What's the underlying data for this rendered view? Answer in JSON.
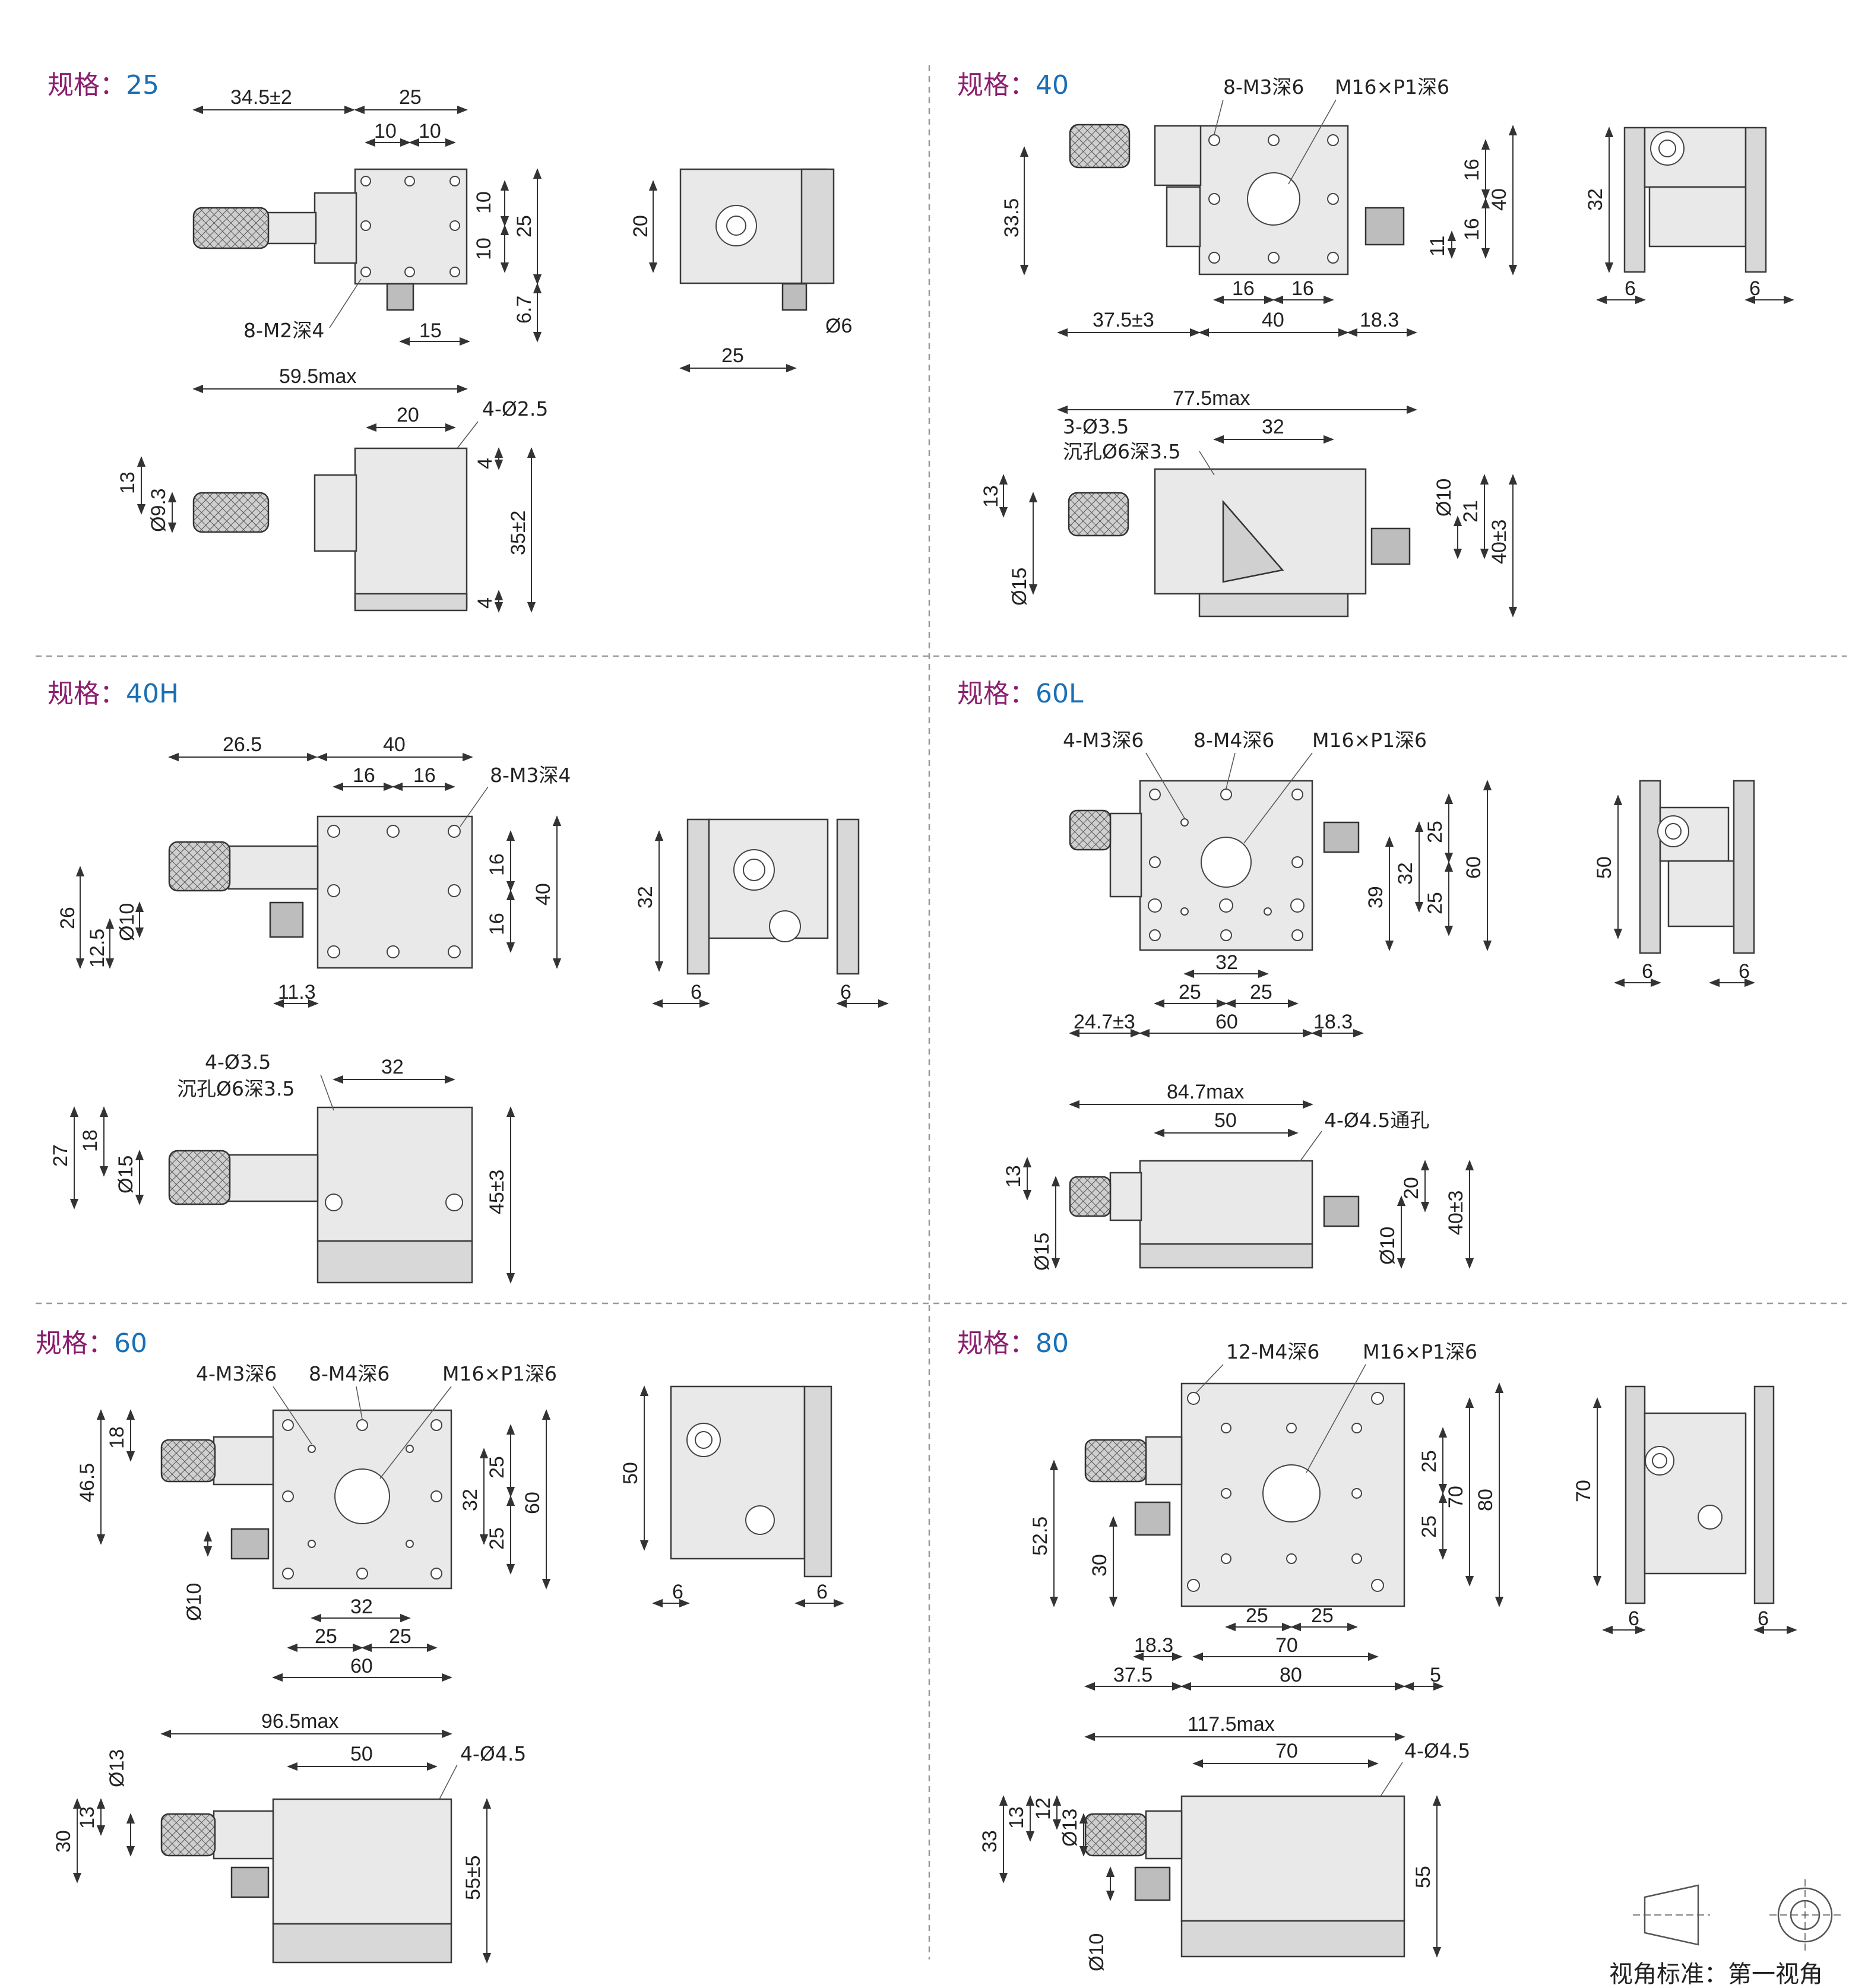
{
  "colors": {
    "title_prefix": "#8b1e6e",
    "title_value": "#1b6fb5",
    "line": "#333333",
    "part_fill": "#e9e9e9"
  },
  "title_prefix": "规格：",
  "panels": {
    "p25": {
      "spec": "25",
      "labels": {
        "d1": "34.5±2",
        "d2": "25",
        "d3": "10",
        "d4": "10",
        "d5": "10",
        "d6": "10",
        "d7": "25",
        "d8": "6.7",
        "d9": "15",
        "note1": "8-M2深4",
        "d10": "20",
        "d11": "25",
        "d12": "Ø6",
        "d13": "59.5max",
        "d14": "20",
        "note2": "4-Ø2.5",
        "d15": "13",
        "d16": "Ø9.3",
        "d17": "4",
        "d18": "35±2",
        "d19": "4"
      }
    },
    "p40": {
      "spec": "40",
      "labels": {
        "note1": "8-M3深6",
        "note2": "M16×P1深6",
        "d1": "33.5",
        "d2": "16",
        "d3": "40",
        "d4": "16",
        "d5": "11",
        "d6": "16",
        "d7": "16",
        "d8": "37.5±3",
        "d9": "40",
        "d10": "18.3",
        "d11": "32",
        "d12": "6",
        "d13": "6",
        "d14": "77.5max",
        "note3": "3-Ø3.5",
        "d15": "32",
        "note4": "沉孔Ø6深3.5",
        "d16": "13",
        "d17": "Ø15",
        "d18": "Ø10",
        "d19": "21",
        "d20": "40±3"
      }
    },
    "p40H": {
      "spec": "40H",
      "labels": {
        "d1": "26.5",
        "d2": "40",
        "d3": "16",
        "d4": "16",
        "note1": "8-M3深4",
        "d5": "26",
        "d6": "12.5",
        "d7": "Ø10",
        "d8": "16",
        "d9": "16",
        "d10": "40",
        "d11": "11.3",
        "d12": "32",
        "d13": "6",
        "d14": "6",
        "note2": "4-Ø3.5",
        "d15": "32",
        "note3": "沉孔Ø6深3.5",
        "d16": "27",
        "d17": "18",
        "d18": "Ø15",
        "d19": "45±3"
      }
    },
    "p60L": {
      "spec": "60L",
      "labels": {
        "note1": "4-M3深6",
        "note2": "8-M4深6",
        "note3": "M16×P1深6",
        "d1": "25",
        "d2": "32",
        "d3": "25",
        "d4": "60",
        "d5": "39",
        "d6": "32",
        "d7": "25",
        "d8": "25",
        "d9": "24.7±3",
        "d10": "60",
        "d11": "18.3",
        "d12": "50",
        "d13": "6",
        "d14": "6",
        "d15": "84.7max",
        "d16": "50",
        "note4": "4-Ø4.5通孔",
        "d17": "13",
        "d18": "Ø15",
        "d19": "20",
        "d20": "Ø10",
        "d21": "40±3"
      }
    },
    "p60": {
      "spec": "60",
      "labels": {
        "note1": "4-M3深6",
        "note2": "8-M4深6",
        "note3": "M16×P1深6",
        "d1": "18",
        "d2": "46.5",
        "d3": "25",
        "d4": "32",
        "d5": "25",
        "d6": "60",
        "d7": "Ø10",
        "d8": "32",
        "d9": "25",
        "d10": "25",
        "d11": "60",
        "d12": "50",
        "d13": "6",
        "d14": "6",
        "d15": "96.5max",
        "d16": "50",
        "note4": "4-Ø4.5",
        "d17": "Ø13",
        "d18": "13",
        "d19": "30",
        "d20": "55±5"
      }
    },
    "p80": {
      "spec": "80",
      "labels": {
        "note1": "12-M4深6",
        "note2": "M16×P1深6",
        "d1": "52.5",
        "d2": "30",
        "d3": "25",
        "d4": "70",
        "d5": "80",
        "d6": "25",
        "d7": "25",
        "d8": "25",
        "d9": "18.3",
        "d10": "70",
        "d11": "37.5",
        "d12": "80",
        "d13": "5",
        "d14": "70",
        "d15": "6",
        "d16": "6",
        "d17": "117.5max",
        "d18": "70",
        "note3": "4-Ø4.5",
        "d19": "12",
        "d20": "13",
        "d21": "Ø13",
        "d22": "33",
        "d23": "55",
        "d24": "Ø10"
      }
    }
  },
  "view_standard": "视角标准：第一视角"
}
